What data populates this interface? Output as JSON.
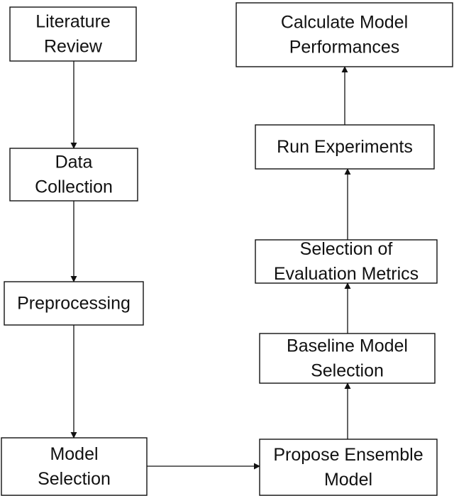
{
  "diagram": {
    "nodes": [
      {
        "id": "literature-review",
        "lines": [
          "Literature",
          "Review"
        ]
      },
      {
        "id": "data-collection",
        "lines": [
          "Data",
          "Collection"
        ]
      },
      {
        "id": "preprocessing",
        "lines": [
          "Preprocessing"
        ]
      },
      {
        "id": "model-selection",
        "lines": [
          "Model",
          "Selection"
        ]
      },
      {
        "id": "propose-ensemble-model",
        "lines": [
          "Propose Ensemble",
          "Model"
        ]
      },
      {
        "id": "baseline-model-selection",
        "lines": [
          "Baseline Model",
          "Selection"
        ]
      },
      {
        "id": "selection-of-evaluation-metrics",
        "lines": [
          "Selection of",
          "Evaluation Metrics"
        ]
      },
      {
        "id": "run-experiments",
        "lines": [
          "Run Experiments"
        ]
      },
      {
        "id": "calculate-model-performances",
        "lines": [
          "Calculate Model",
          "Performances"
        ]
      }
    ],
    "edges": [
      {
        "from": "literature-review",
        "to": "data-collection"
      },
      {
        "from": "data-collection",
        "to": "preprocessing"
      },
      {
        "from": "preprocessing",
        "to": "model-selection"
      },
      {
        "from": "model-selection",
        "to": "propose-ensemble-model"
      },
      {
        "from": "propose-ensemble-model",
        "to": "baseline-model-selection"
      },
      {
        "from": "baseline-model-selection",
        "to": "selection-of-evaluation-metrics"
      },
      {
        "from": "selection-of-evaluation-metrics",
        "to": "run-experiments"
      },
      {
        "from": "run-experiments",
        "to": "calculate-model-performances"
      }
    ]
  }
}
